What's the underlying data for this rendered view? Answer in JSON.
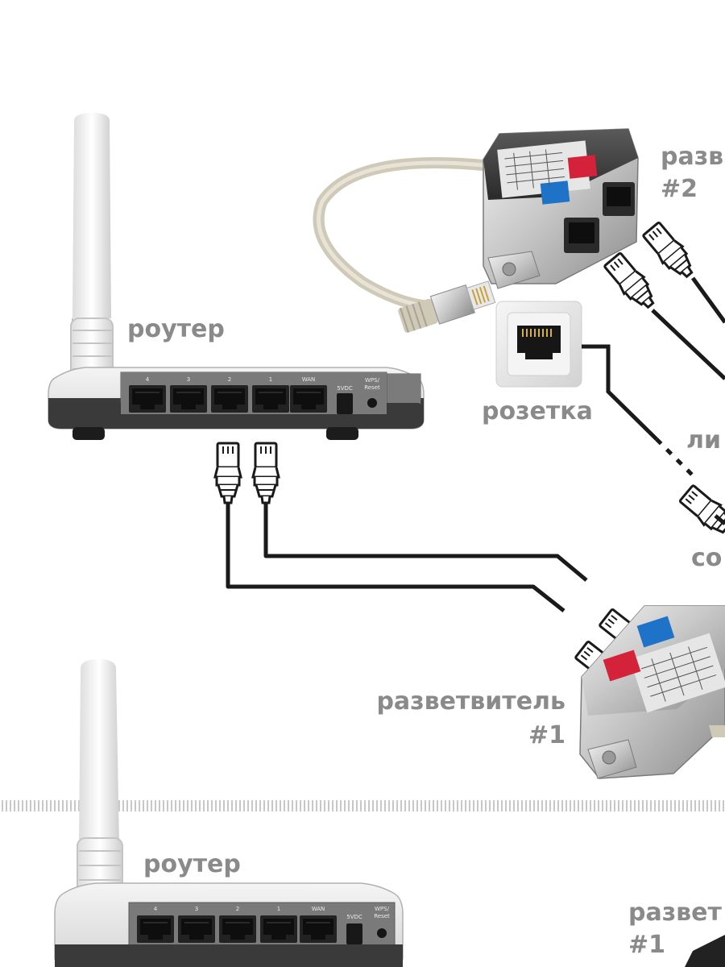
{
  "labels": {
    "router_top": "роутер",
    "router_bottom": "роутер",
    "outlet": "розетка",
    "splitter1_name": "разветвитель",
    "splitter1_num": "#1",
    "splitter2_name": "разв",
    "splitter2_num": "#2",
    "splitter_bottom_name": "развет",
    "splitter_bottom_num": "#1",
    "line_label": "ли",
    "connect_label": "со"
  },
  "router": {
    "ports": [
      "4",
      "3",
      "2",
      "1",
      "WAN"
    ],
    "power_label": "5VDC",
    "wps_label_1": "WPS/",
    "wps_label_2": "Reset"
  },
  "colors": {
    "label_gray": "#8a8a8a",
    "cable_black": "#1a1a1a",
    "splitter_red": "#d4223a",
    "splitter_blue": "#1e73c8",
    "cable_beige": "#cfc9b8"
  }
}
